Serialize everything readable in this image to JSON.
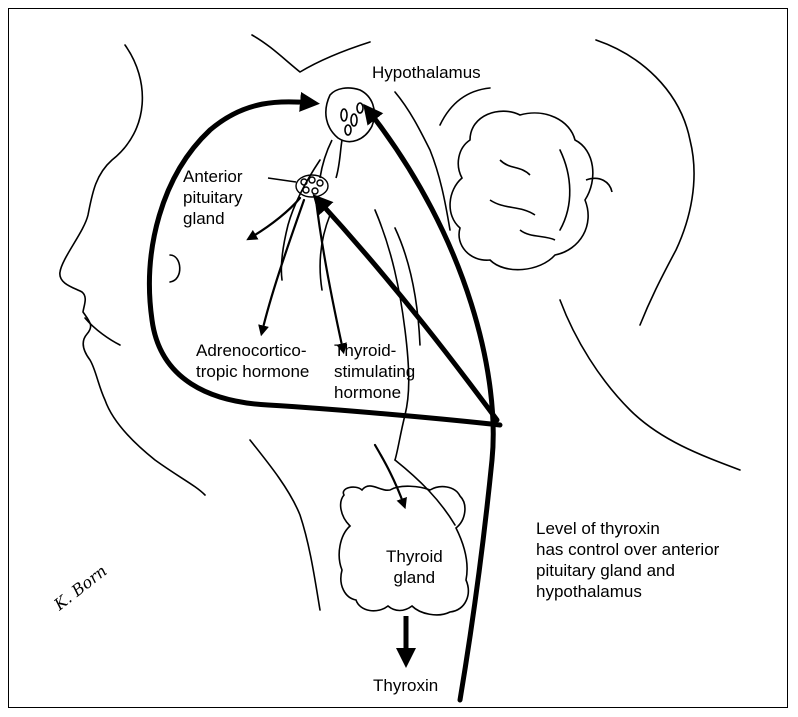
{
  "diagram": {
    "labels": {
      "hypothalamus": "Hypothalamus",
      "anterior_pituitary": "Anterior\npituitary\ngland",
      "acth": "Adrenocortico-\ntropic hormone",
      "tsh": "Thyroid-\nstimulating\nhormone",
      "thyroid_gland": "Thyroid\ngland",
      "thyroxin": "Thyroxin",
      "feedback_note": "Level of thyroxin\nhas control over anterior\npituitary gland and\nhypothalamus"
    },
    "signature": "K. Born",
    "colors": {
      "ink": "#000000",
      "background": "#ffffff"
    }
  }
}
